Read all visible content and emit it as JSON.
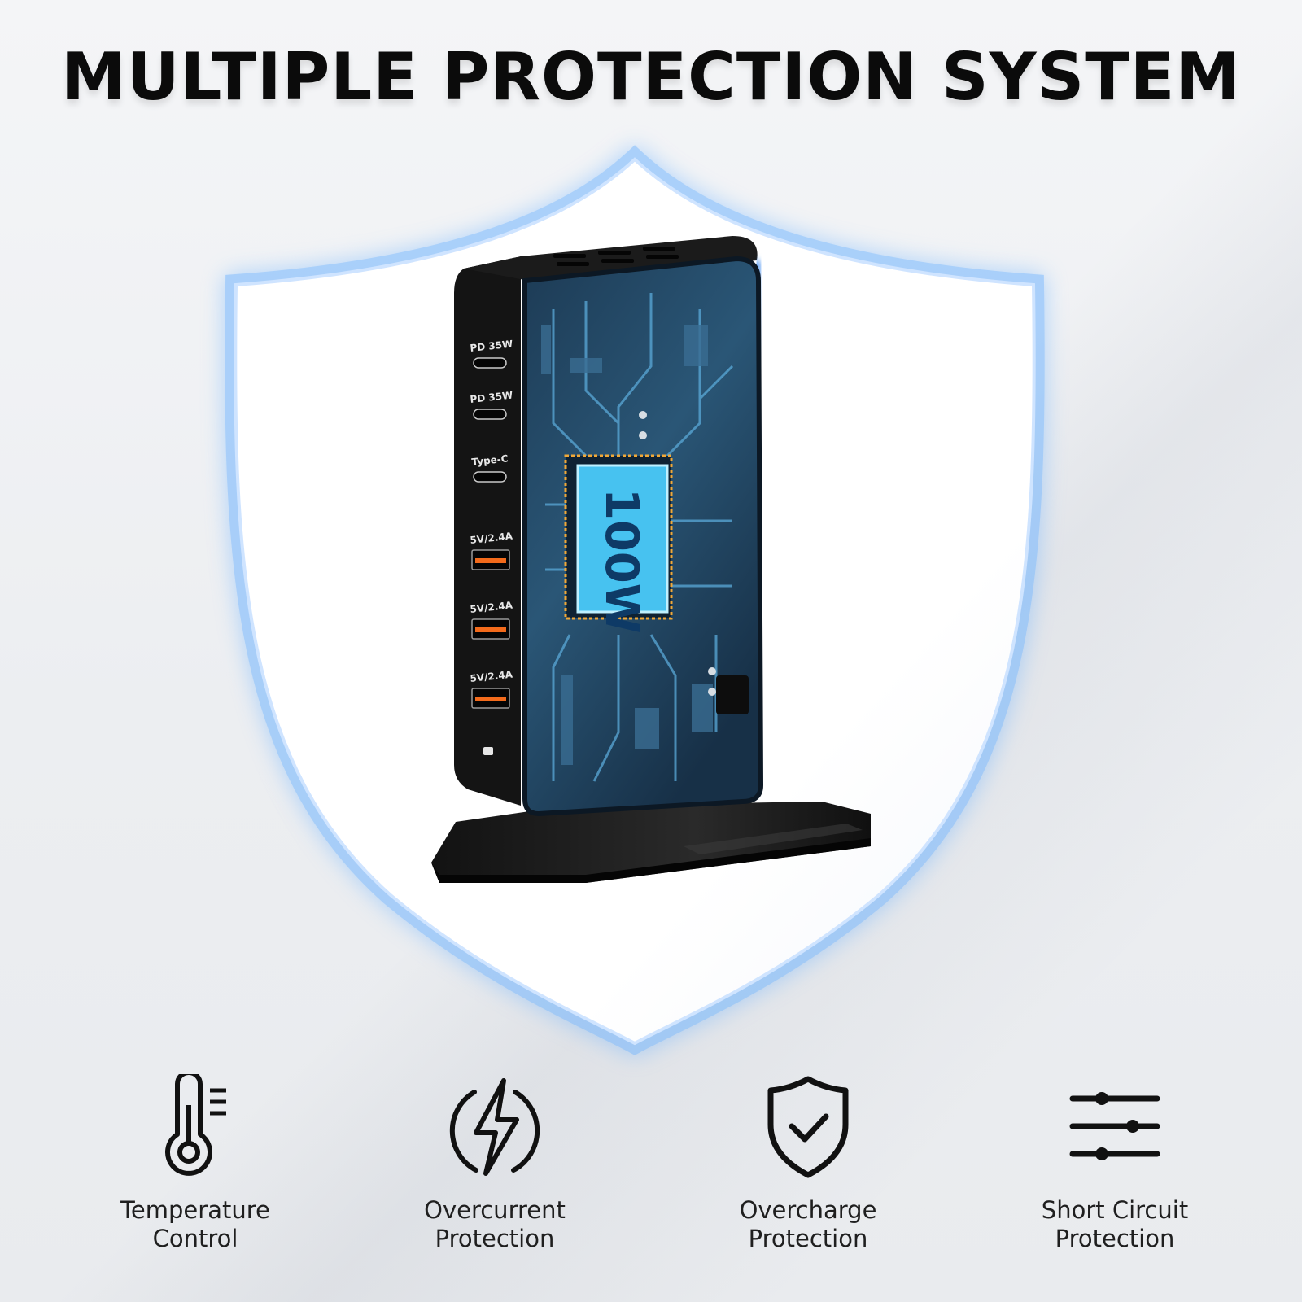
{
  "headline": "MULTIPLE PROTECTION SYSTEM",
  "device": {
    "chip_label": "100W",
    "ports": [
      "PD 35W",
      "PD 35W",
      "Type-C",
      "5V/2.4A",
      "5V/2.4A",
      "5V/2.4A"
    ]
  },
  "features": [
    {
      "icon": "thermometer-icon",
      "line1": "Temperature",
      "line2": "Control"
    },
    {
      "icon": "lightning-bolt-icon",
      "line1": "Overcurrent",
      "line2": "Protection"
    },
    {
      "icon": "shield-check-icon",
      "line1": "Overcharge",
      "line2": "Protection"
    },
    {
      "icon": "sliders-icon",
      "line1": "Short Circuit",
      "line2": "Protection"
    }
  ],
  "colors": {
    "accent_blue": "#3d8bf0",
    "usb_orange": "#f26a1b",
    "text": "#1f1f1f"
  }
}
